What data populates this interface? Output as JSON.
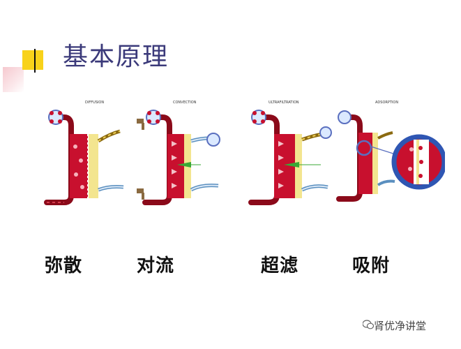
{
  "slide": {
    "title": "基本原理",
    "panels": [
      {
        "heading": "DIFFUSION",
        "caption": "弥散"
      },
      {
        "heading": "CONVECTION",
        "caption": "对流"
      },
      {
        "heading": "ULTRAFILTRATION",
        "caption": "超滤"
      },
      {
        "heading": "ADSORPTION",
        "caption": "吸附"
      }
    ],
    "watermark": "肾优净讲堂"
  },
  "colors": {
    "title": "#3b3a7a",
    "blood_red": "#c8102e",
    "membrane_yellow": "#f3e58f",
    "fluid_blue": "#a9c8e8",
    "accent_yellow": "#f8d21a"
  }
}
